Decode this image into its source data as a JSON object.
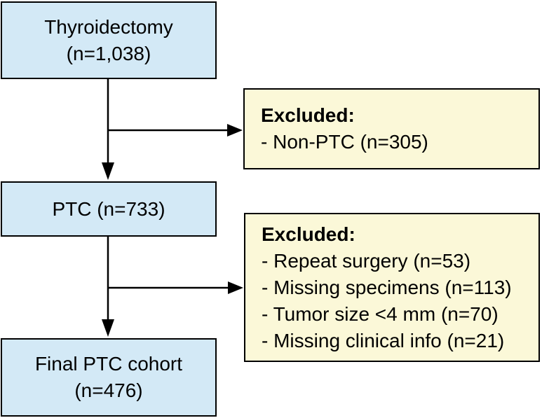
{
  "flowchart": {
    "nodes": [
      {
        "id": "thyroidectomy",
        "line1": "Thyroidectomy",
        "line2": "(n=1,038)"
      },
      {
        "id": "ptc",
        "line1": "PTC (n=733)",
        "line2": ""
      },
      {
        "id": "final-cohort",
        "line1": "Final PTC cohort",
        "line2": "(n=476)"
      }
    ],
    "exclusions": [
      {
        "title": "Excluded:",
        "items": [
          "- Non-PTC (n=305)"
        ]
      },
      {
        "title": "Excluded:",
        "items": [
          "- Repeat surgery (n=53)",
          "- Missing specimens (n=113)",
          "- Tumor size <4 mm (n=70)",
          "- Missing clinical info (n=21)"
        ]
      }
    ],
    "colors": {
      "node_fill": "#d3e9f6",
      "exclusion_fill": "#fbf8d8",
      "border": "#000000",
      "arrow": "#000000",
      "text": "#000000"
    }
  }
}
